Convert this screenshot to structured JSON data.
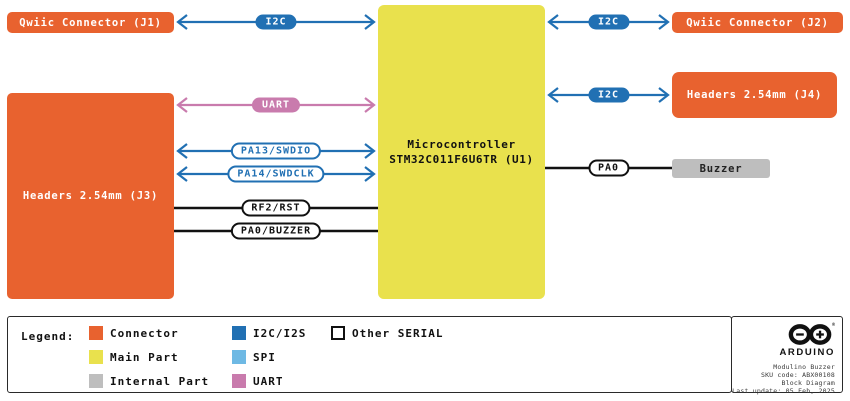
{
  "diagram": {
    "mcu": {
      "line1": "Microcontroller",
      "line2": "STM32C011F6U6TR (U1)"
    },
    "blocks": {
      "j1": "Qwiic Connector (J1)",
      "j2": "Qwiic Connector (J2)",
      "j4": "Headers 2.54mm (J4)",
      "j3": "Headers 2.54mm (J3)",
      "buzzer": "Buzzer"
    },
    "connections": {
      "i2c_j1": "I2C",
      "i2c_j2": "I2C",
      "i2c_j4": "I2C",
      "uart": "UART",
      "swdio": "PA13/SWDIO",
      "swdclk": "PA14/SWDCLK",
      "rst": "RF2/RST",
      "pa0_buzzer": "PA0/BUZZER",
      "pa0": "PA0"
    }
  },
  "legend": {
    "title": "Legend:",
    "items": [
      {
        "label": "Connector",
        "color": "#E8622F",
        "type": "fill"
      },
      {
        "label": "Main Part",
        "color": "#E9E14D",
        "type": "fill"
      },
      {
        "label": "Internal Part",
        "color": "#BEBEBE",
        "type": "fill"
      },
      {
        "label": "I2C/I2S",
        "color": "#2170B3",
        "type": "fill"
      },
      {
        "label": "SPI",
        "color": "#6EB9E4",
        "type": "fill"
      },
      {
        "label": "UART",
        "color": "#C97BAD",
        "type": "fill"
      },
      {
        "label": "Other SERIAL",
        "color": "#FFFFFF",
        "type": "outline"
      }
    ]
  },
  "branding": {
    "brand": "ARDUINO",
    "registered_mark": "®",
    "product": "Modulino Buzzer",
    "sku": "SKU code: ABX00108",
    "doc_type": "Block Diagram",
    "last_update": "Last update: 05 Feb, 2025"
  },
  "colors": {
    "connector_orange": "#E8622F",
    "main_part_yellow": "#E9E14D",
    "internal_gray": "#BEBEBE",
    "i2c_blue": "#2170B3",
    "spi_light_blue": "#6EB9E4",
    "uart_pink": "#C97BAD",
    "wire_black": "#111111",
    "background": "#FFFFFF"
  }
}
